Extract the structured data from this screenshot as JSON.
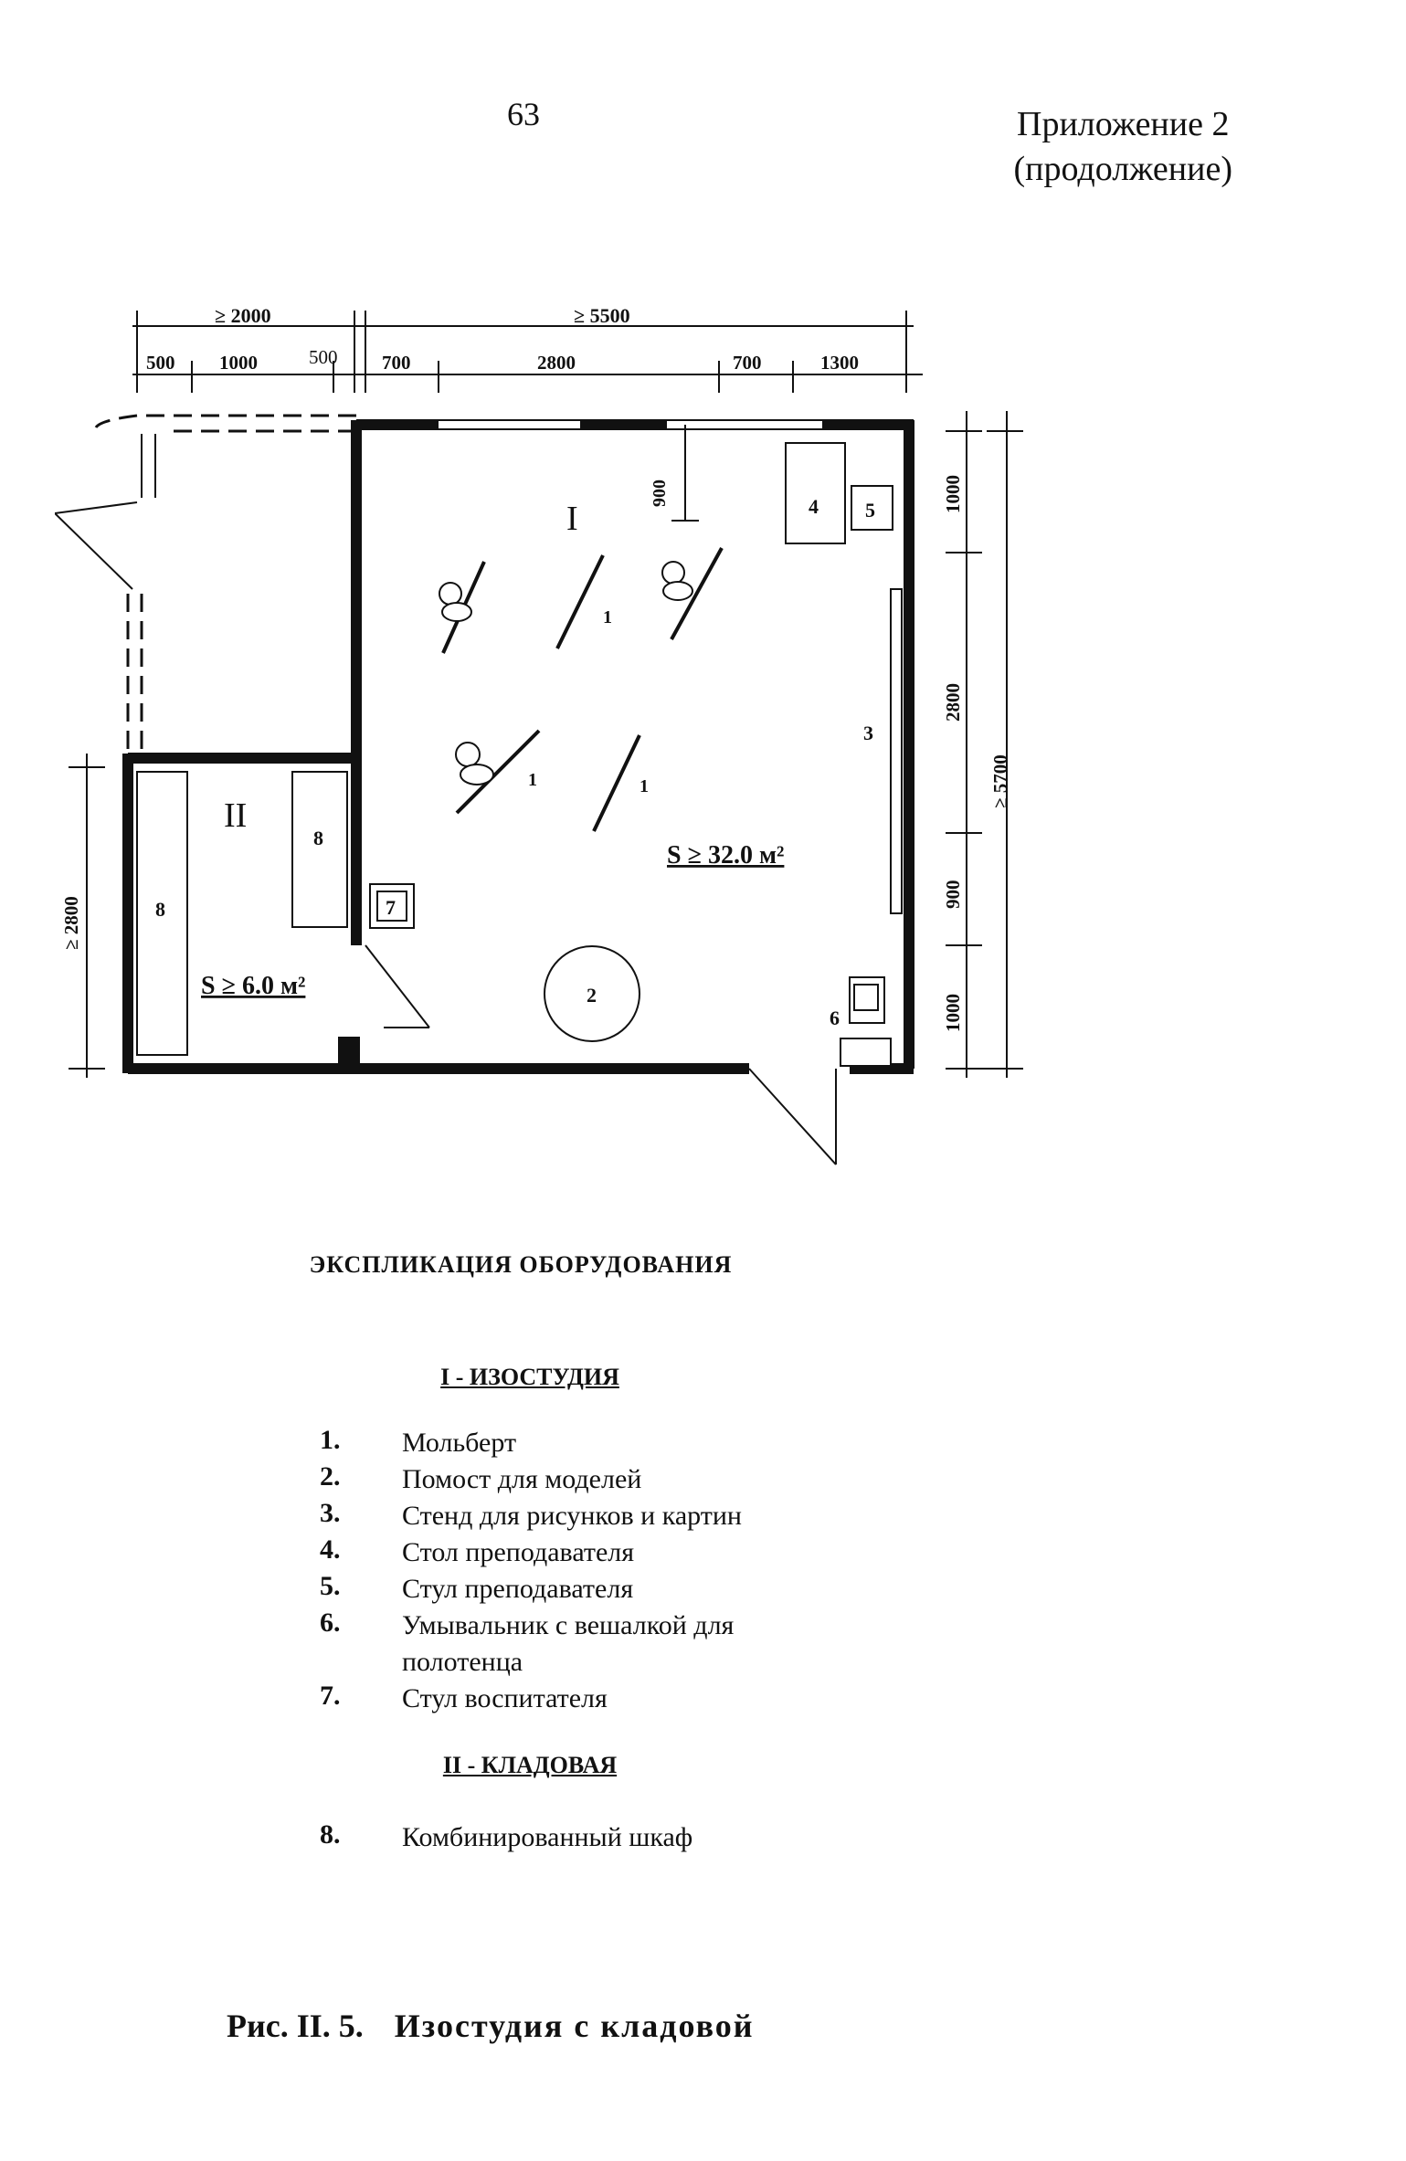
{
  "header": {
    "page_number": "63",
    "appendix_line1": "Приложение 2",
    "appendix_line2": "(продолжение)"
  },
  "plan": {
    "dims_top": {
      "total_left": "≥ 2000",
      "total_right": "≥ 5500",
      "seg_500a": "500",
      "seg_1000": "1000",
      "seg_500b": "500",
      "seg_700a": "700",
      "seg_2800": "2800",
      "seg_700b": "700",
      "seg_1300": "1300"
    },
    "dims_right": {
      "d_1000a": "1000",
      "d_2800": "2800",
      "d_900": "900",
      "d_1000b": "1000",
      "total": "≥ 5700"
    },
    "dims_left": {
      "total": "≥ 2800"
    },
    "window_dim": "900",
    "room1_label": "I",
    "room2_label": "II",
    "room1_area": "S ≥ 32.0 м²",
    "room2_area": "S ≥ 6.0 м²",
    "markers": {
      "easel": "1",
      "podium": "2",
      "stand": "3",
      "table": "4",
      "teacher_chair": "5",
      "washbasin": "6",
      "chair": "7",
      "cabinet": "8"
    }
  },
  "explication": {
    "title": "ЭКСПЛИКАЦИЯ ОБОРУДОВАНИЯ",
    "section1_title": "I - ИЗОСТУДИЯ",
    "section1_items": [
      {
        "num": "1.",
        "text": "Мольберт"
      },
      {
        "num": "2.",
        "text": "Помост для моделей"
      },
      {
        "num": "3.",
        "text": "Стенд для рисунков и картин"
      },
      {
        "num": "4.",
        "text": "Стол преподавателя"
      },
      {
        "num": "5.",
        "text": "Стул преподавателя"
      },
      {
        "num": "6.",
        "text": "Умывальник с вешалкой для полотенца"
      },
      {
        "num": "7.",
        "text": "Стул воспитателя"
      }
    ],
    "section2_title": "II - КЛАДОВАЯ",
    "section2_items": [
      {
        "num": "8.",
        "text": "Комбинированный шкаф"
      }
    ]
  },
  "caption": {
    "figure": "Рис. II. 5.",
    "title": "Изостудия с кладовой"
  }
}
